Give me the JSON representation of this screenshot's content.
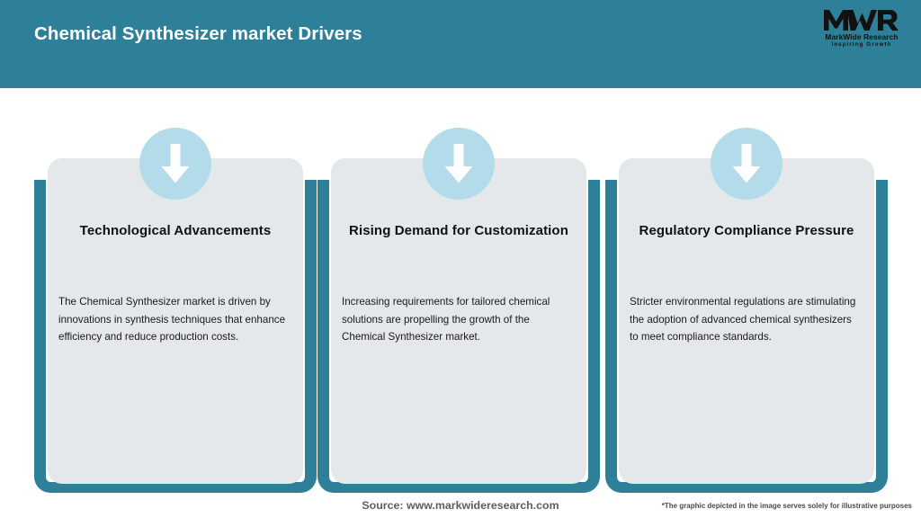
{
  "header": {
    "title": "Chemical Synthesizer market Drivers",
    "background_color": "#2E8099",
    "title_color": "#FFFFFF"
  },
  "logo": {
    "mark_text": "MWR",
    "name": "MarkWide Research",
    "tagline": "Inspiring Growth",
    "color": "#111111"
  },
  "theme": {
    "accent_teal": "#2E8099",
    "card_bg": "#E4E8EA",
    "circle_blue": "#B3DBEA",
    "arrow_white": "#FFFFFF",
    "page_bg": "#FFFFFF"
  },
  "cards": [
    {
      "icon": "arrow-down-icon",
      "title": "Technological Advancements",
      "body": "The Chemical Synthesizer market is driven by innovations in synthesis techniques that enhance efficiency and reduce production costs."
    },
    {
      "icon": "arrow-down-icon",
      "title": "Rising Demand for Customization",
      "body": "Increasing requirements for tailored chemical solutions are propelling the growth of the Chemical Synthesizer market."
    },
    {
      "icon": "arrow-down-icon",
      "title": "Regulatory Compliance Pressure",
      "body": "Stricter environmental regulations are stimulating the adoption of advanced chemical synthesizers to meet compliance standards."
    }
  ],
  "footer": {
    "source": "Source: www.markwideresearch.com",
    "disclaimer": "*The graphic depicted in the image serves solely for illustrative purposes"
  }
}
